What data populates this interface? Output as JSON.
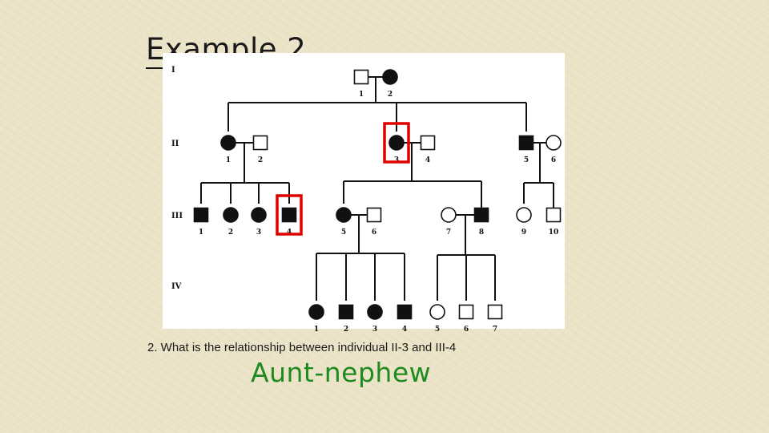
{
  "slide": {
    "title": "Example 2",
    "question": "2. What is the relationship between individual II-3 and III-4",
    "answer": "Aunt-nephew",
    "answer_color": "#1f8a1f",
    "highlight_color": "#e00000"
  },
  "pedigree": {
    "generations": [
      {
        "label": "I",
        "individuals": [
          {
            "id": "1",
            "sex": "male",
            "affected": false
          },
          {
            "id": "2",
            "sex": "female",
            "affected": true
          }
        ]
      },
      {
        "label": "II",
        "individuals": [
          {
            "id": "1",
            "sex": "female",
            "affected": true
          },
          {
            "id": "2",
            "sex": "male",
            "affected": false
          },
          {
            "id": "3",
            "sex": "female",
            "affected": true,
            "highlighted": true
          },
          {
            "id": "4",
            "sex": "male",
            "affected": false
          },
          {
            "id": "5",
            "sex": "male",
            "affected": true
          },
          {
            "id": "6",
            "sex": "female",
            "affected": false
          }
        ]
      },
      {
        "label": "III",
        "individuals": [
          {
            "id": "1",
            "sex": "male",
            "affected": true
          },
          {
            "id": "2",
            "sex": "female",
            "affected": true
          },
          {
            "id": "3",
            "sex": "female",
            "affected": true
          },
          {
            "id": "4",
            "sex": "male",
            "affected": true,
            "highlighted": true
          },
          {
            "id": "5",
            "sex": "female",
            "affected": true
          },
          {
            "id": "6",
            "sex": "male",
            "affected": false
          },
          {
            "id": "7",
            "sex": "female",
            "affected": false
          },
          {
            "id": "8",
            "sex": "male",
            "affected": true
          },
          {
            "id": "9",
            "sex": "female",
            "affected": false
          },
          {
            "id": "10",
            "sex": "male",
            "affected": false
          }
        ]
      },
      {
        "label": "IV",
        "individuals": [
          {
            "id": "1",
            "sex": "female",
            "affected": true
          },
          {
            "id": "2",
            "sex": "male",
            "affected": true
          },
          {
            "id": "3",
            "sex": "female",
            "affected": true
          },
          {
            "id": "4",
            "sex": "male",
            "affected": true
          },
          {
            "id": "5",
            "sex": "female",
            "affected": false
          },
          {
            "id": "6",
            "sex": "male",
            "affected": false
          },
          {
            "id": "7",
            "sex": "male",
            "affected": false
          }
        ]
      }
    ]
  }
}
